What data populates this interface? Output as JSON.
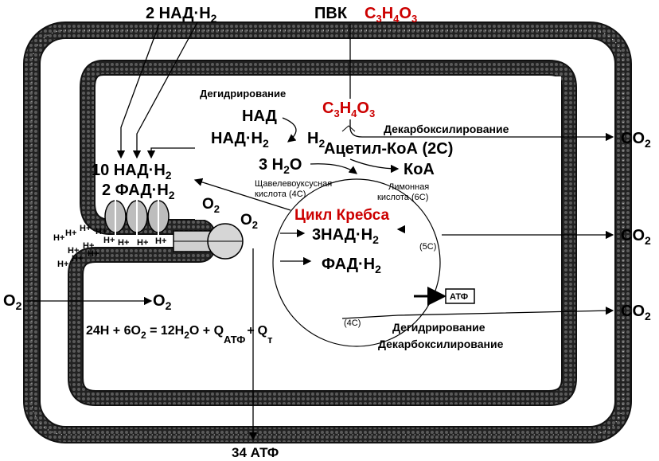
{
  "top": {
    "nadh_label": "2 НАД·Н",
    "nadh_sub": "2",
    "pvk_label": "ПВК",
    "pvk_formula": "C3H4O3"
  },
  "matrix": {
    "dehydrogenation": "Дегидрирование",
    "pyruvate_formula": "C3H4O3",
    "nad": "НАД",
    "nadh": "НАД·Н",
    "nadh_sub": "2",
    "h2": "Н",
    "h2_sub": "2",
    "decarboxylation": "Декарбоксилирование",
    "acetyl_coa": "Ацетил-КоА (2С)",
    "coa": "КоА",
    "water": "3 Н",
    "water_sub": "2",
    "water_tail": "О",
    "oxaloacetate_line1": "Щавелевоуксусная",
    "oxaloacetate_line2": "кислота (4С)",
    "citric_line1": "Лимонная",
    "citric_line2": "кислота (6С)",
    "krebs_title": "Цикл Кребса",
    "nadh3": "3НАД·Н",
    "nadh3_sub": "2",
    "fadh": "ФАД·Н",
    "fadh_sub": "2",
    "c5": "(5С)",
    "c4": "(4С)",
    "atp_box": "АТФ",
    "bottom_line1": "Дегидрирование",
    "bottom_line2": "Декарбоксилирование"
  },
  "left": {
    "nadh10": "10 НАД·Н",
    "nadh10_sub": "2",
    "fadh2": "2 ФАД·Н",
    "fadh2_sub": "2",
    "o2_a": "O",
    "o2_b": "O",
    "o2_sub": "2",
    "h_plus": "H+",
    "o2_outer": "O",
    "o2_inner": "O",
    "equation_left": "24Н + 6O",
    "equation_sub": "2",
    "equation_mid": " = 12Н",
    "equation_mid_sub": "2",
    "equation_right": "O + Q",
    "q_atp_sub": "АТФ",
    "plus": "+",
    "q": "Q",
    "q_t_sub": "т",
    "atp34": "34 АТФ"
  },
  "right": {
    "co2": "CO",
    "co2_sub": "2"
  },
  "colors": {
    "membrane": "#1a1a1a",
    "accent": "#cc0000"
  }
}
